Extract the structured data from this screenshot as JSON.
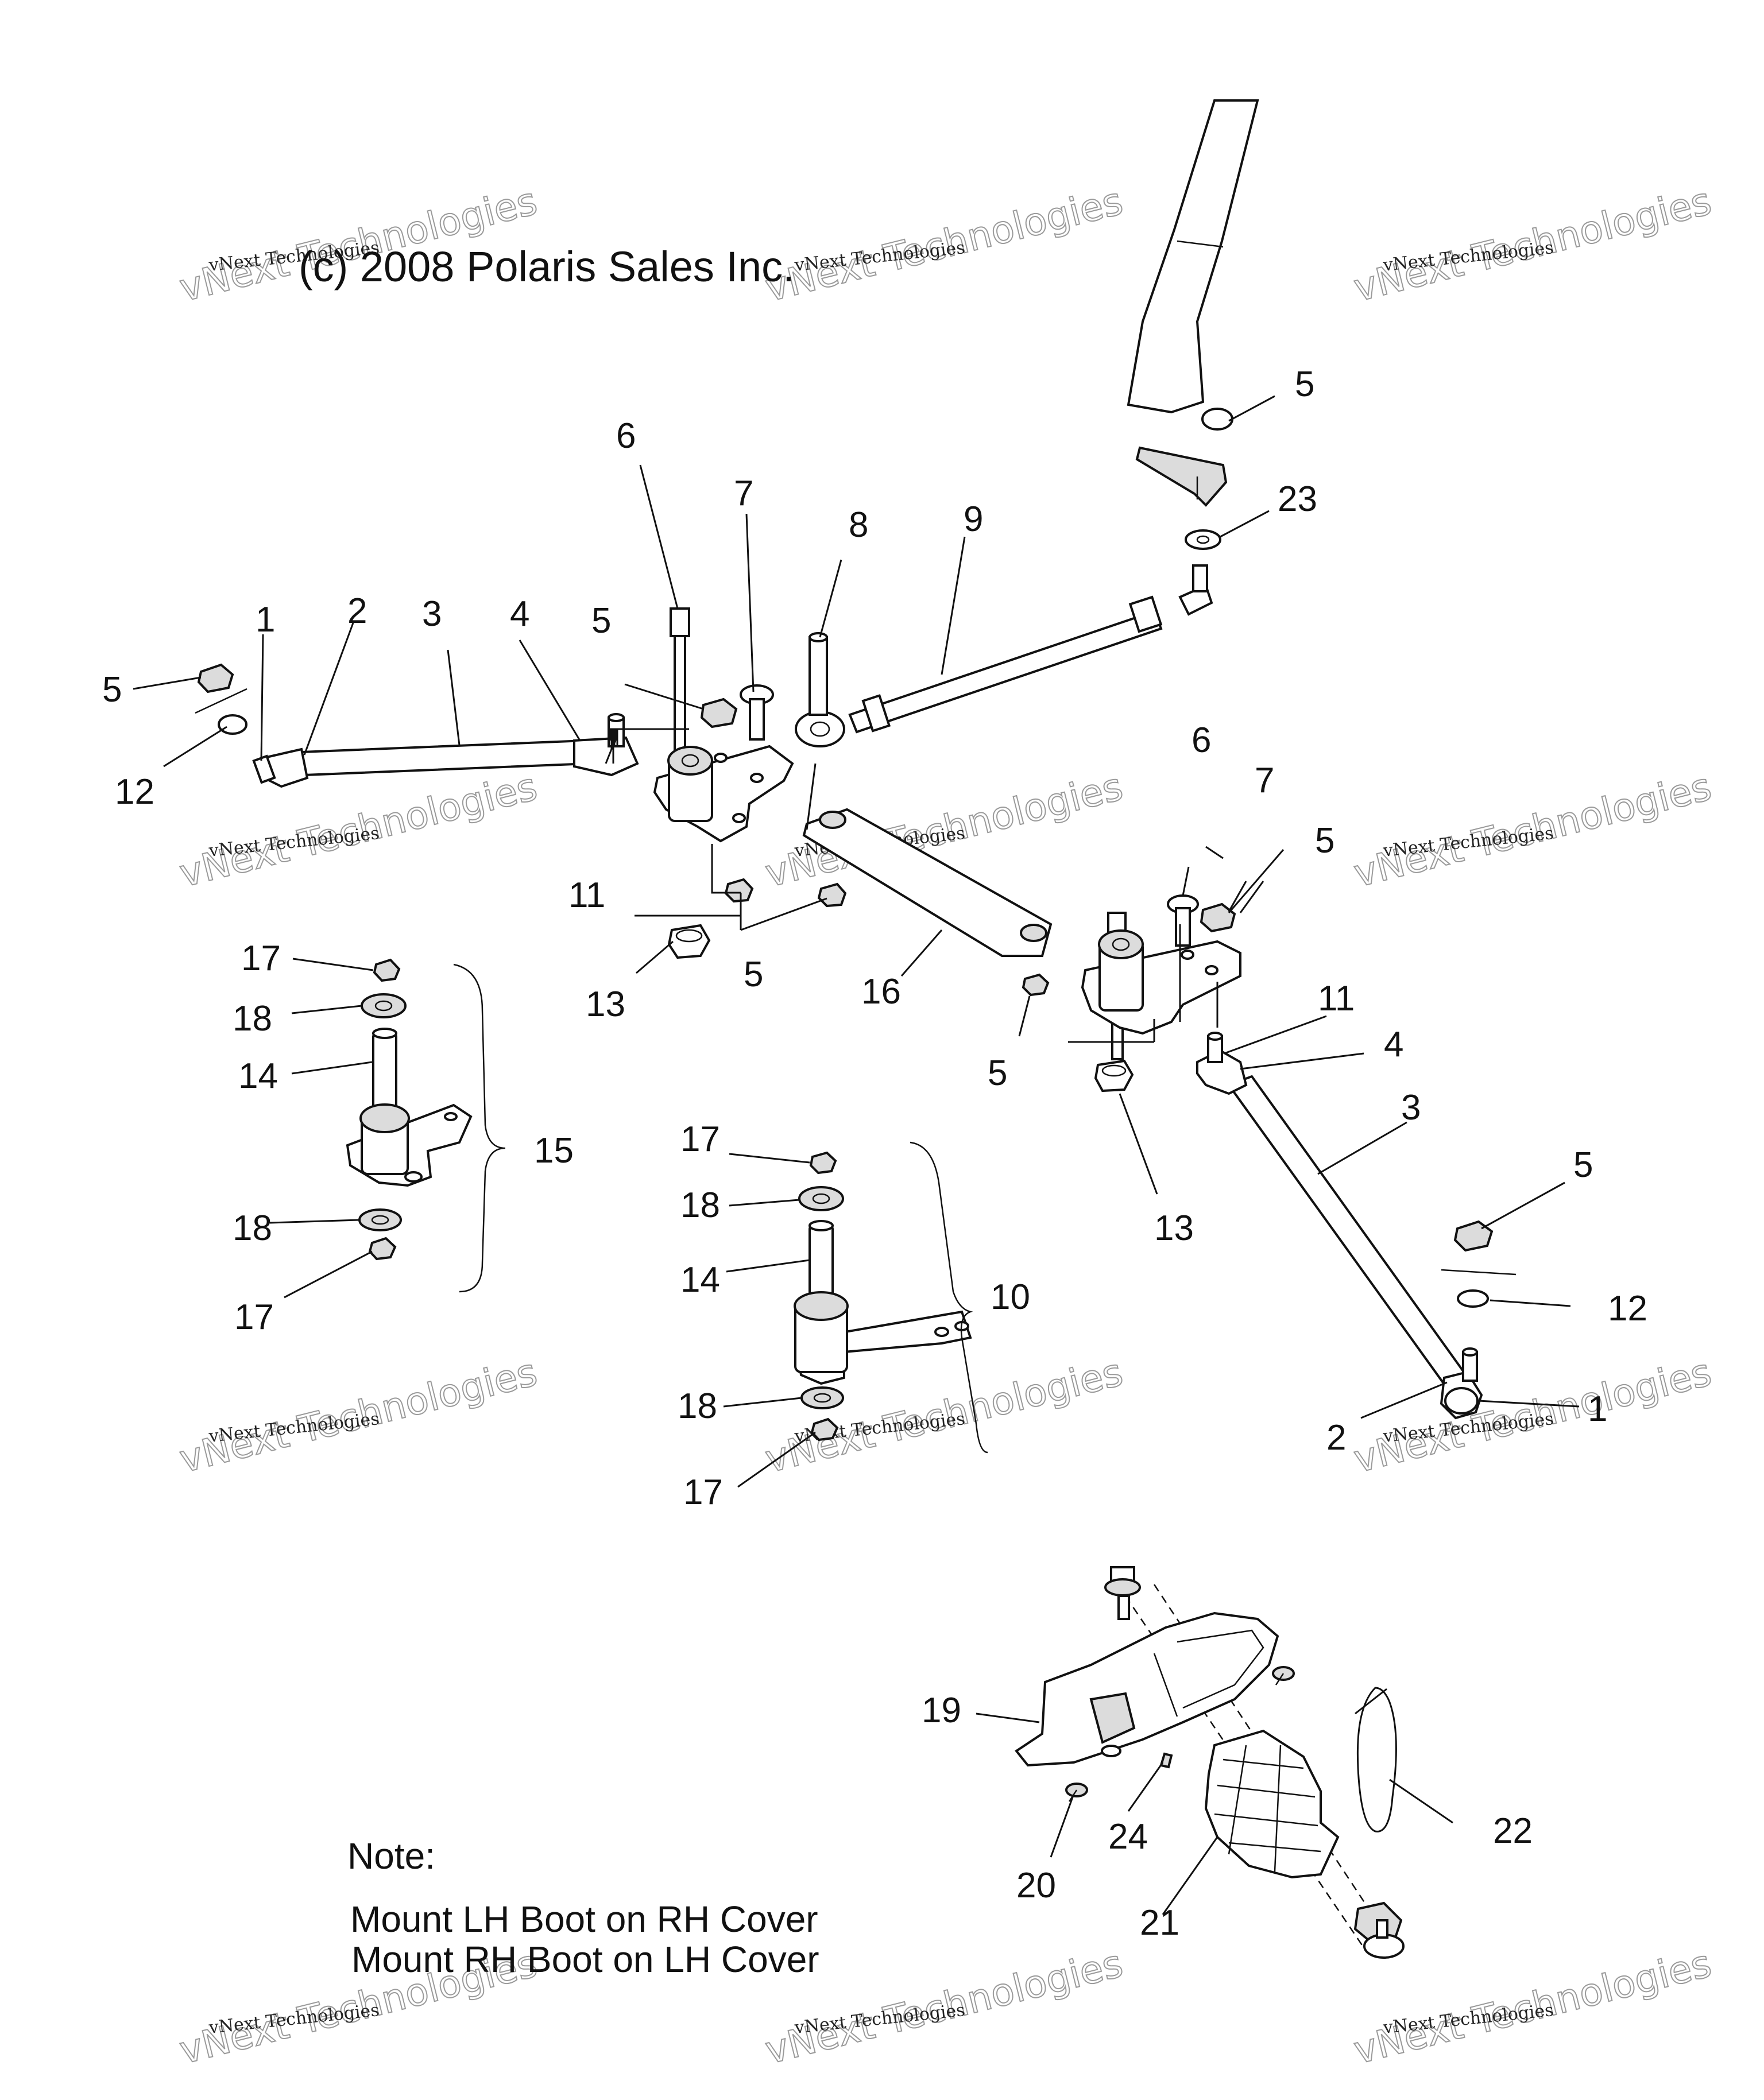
{
  "copyright": "(c) 2008 Polaris Sales Inc.",
  "watermark": {
    "big": "vNext Technologies",
    "small": "vNext Technologies"
  },
  "note": {
    "heading": "Note:",
    "line1": "Mount LH Boot on RH Cover",
    "line2": "Mount RH Boot on LH Cover"
  },
  "callouts": {
    "l_5a": "5",
    "l_12a": "12",
    "l_1a": "1",
    "l_2a": "2",
    "l_3a": "3",
    "l_4a": "4",
    "l_11a": "11",
    "l_5b": "5",
    "l_6a": "6",
    "l_7a": "7",
    "l_8": "8",
    "l_9": "9",
    "l_5c": "5",
    "l_23": "23",
    "l_13a": "13",
    "l_5d": "5",
    "l_16": "16",
    "l_6b": "6",
    "l_7b": "7",
    "l_5e": "5",
    "l_5f": "5",
    "l_11b": "11",
    "l_4b": "4",
    "l_3b": "3",
    "l_13b": "13",
    "l_5g": "5",
    "l_12b": "12",
    "l_1b": "1",
    "l_2b": "2",
    "l_17a": "17",
    "l_18a": "18",
    "l_14a": "14",
    "l_15": "15",
    "l_18b": "18",
    "l_17b": "17",
    "l_17c": "17",
    "l_18c": "18",
    "l_14b": "14",
    "l_10": "10",
    "l_18d": "18",
    "l_17d": "17",
    "l_19": "19",
    "l_20": "20",
    "l_21": "21",
    "l_22": "22",
    "l_24": "24"
  }
}
